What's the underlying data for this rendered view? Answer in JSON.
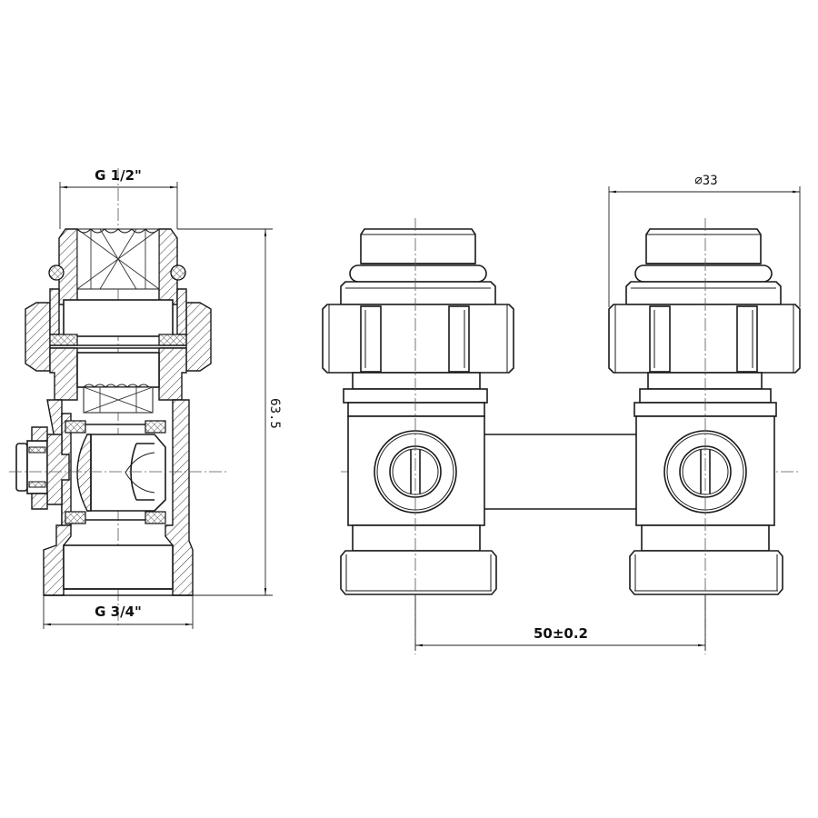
{
  "drawing": {
    "subject": "Radiator H-block valve (twin, straight) – technical drawing",
    "views": [
      {
        "name": "Section view",
        "position": "left"
      },
      {
        "name": "Front view",
        "position": "right"
      }
    ]
  },
  "dimensions": {
    "top_thread": "G 1/2\"",
    "bottom_thread": "G 3/4\"",
    "height": "63.5",
    "outer_diameter": "⌀33",
    "center_distance": "50±0.2"
  }
}
